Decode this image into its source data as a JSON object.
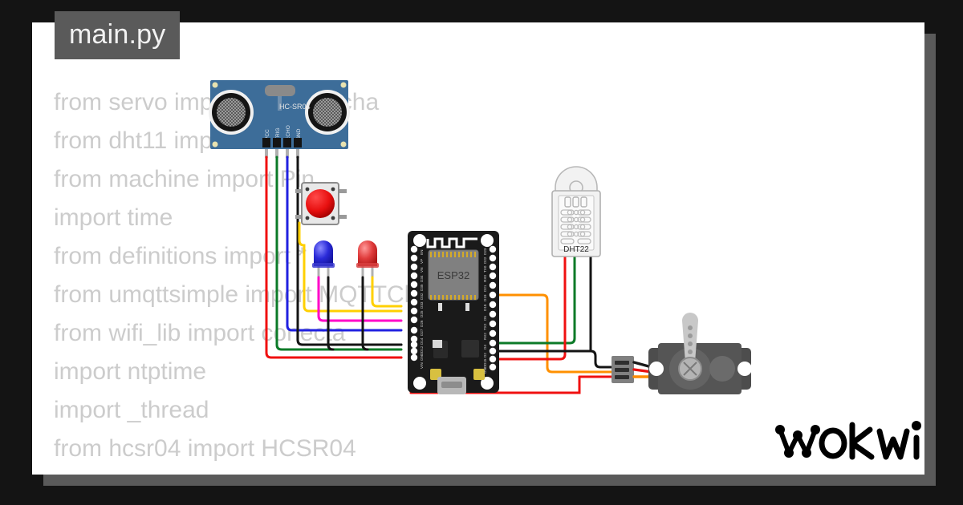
{
  "window": {
    "background_color": "#141414",
    "panel_color": "#ffffff",
    "shadow_color": "#5a5a5a"
  },
  "tab": {
    "label": "main.py",
    "background_color": "#5a5a5a",
    "text_color": "#f2f2f2"
  },
  "editor": {
    "text_color": "#cccccc",
    "lines": [
      "from servo import servo, fecha",
      "from dht11 import medidas",
      "from machine import Pin",
      "import time",
      "from definitions import *",
      "from umqttsimple import MQTTClient",
      "from wifi_lib import conecta",
      "import ntptime",
      "import _thread",
      "from hcsr04 import HCSR04"
    ]
  },
  "components": {
    "ultrasonic": {
      "name": "HC-SR04",
      "label": "HC-SR04",
      "pins": [
        "VCC",
        "TRIG",
        "ECHO",
        "GND"
      ],
      "board_color": "#3d6d99"
    },
    "board": {
      "name": "ESP32 DevKit",
      "label": "ESP32",
      "body_color": "#1a1a1a",
      "chip_color": "#808080",
      "pins_left": [
        "EN",
        "VP",
        "VN",
        "D34",
        "D35",
        "D32",
        "D33",
        "D25",
        "D26",
        "D27",
        "D14",
        "D12",
        "D13",
        "GND",
        "VIN"
      ],
      "pins_right": [
        "D23",
        "D22",
        "TX0",
        "RX0",
        "D21",
        "D19",
        "D18",
        "D5",
        "TX2",
        "RX2",
        "D4",
        "D2",
        "D15",
        "GND",
        "3V3"
      ]
    },
    "dht": {
      "name": "DHT22",
      "label": "DHT22",
      "body_color": "#f0f0f0"
    },
    "button": {
      "name": "Pushbutton",
      "cap_color": "#e81010",
      "body_color": "#e8e8e8"
    },
    "led_blue": {
      "name": "LED",
      "color": "#2424d4"
    },
    "led_red": {
      "name": "LED",
      "color": "#e04040"
    },
    "servo": {
      "name": "Servo Motor",
      "body_color": "#4d4d4d",
      "horn_color": "#c8c8c8",
      "wire_colors": [
        "#1a1a1a",
        "#e81010",
        "#ff8c00"
      ]
    }
  },
  "wires": {
    "colors": {
      "red": "#f01010",
      "black": "#141414",
      "green": "#0b7a27",
      "blue": "#2020e0",
      "yellow": "#ffd000",
      "magenta": "#ff00c8",
      "orange": "#ff9000",
      "gray": "#b0b0b0"
    }
  },
  "branding": {
    "logo_text": "Wokwi",
    "logo_color": "#000000"
  }
}
